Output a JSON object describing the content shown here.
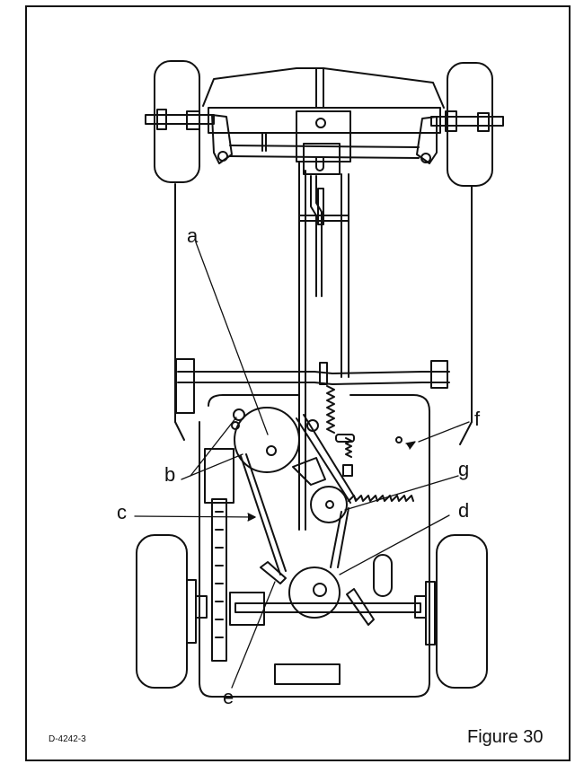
{
  "figure": {
    "caption": "Figure 30",
    "drawing_code": "D-4242-3",
    "subject": "chassis-underside-drive-belt-layout"
  },
  "callouts": [
    {
      "id": "a",
      "label": "a"
    },
    {
      "id": "b",
      "label": "b"
    },
    {
      "id": "c",
      "label": "c"
    },
    {
      "id": "d",
      "label": "d"
    },
    {
      "id": "e",
      "label": "e"
    },
    {
      "id": "f",
      "label": "f"
    },
    {
      "id": "g",
      "label": "g"
    }
  ],
  "colors": {
    "ink": "#111111",
    "paper": "#ffffff"
  }
}
